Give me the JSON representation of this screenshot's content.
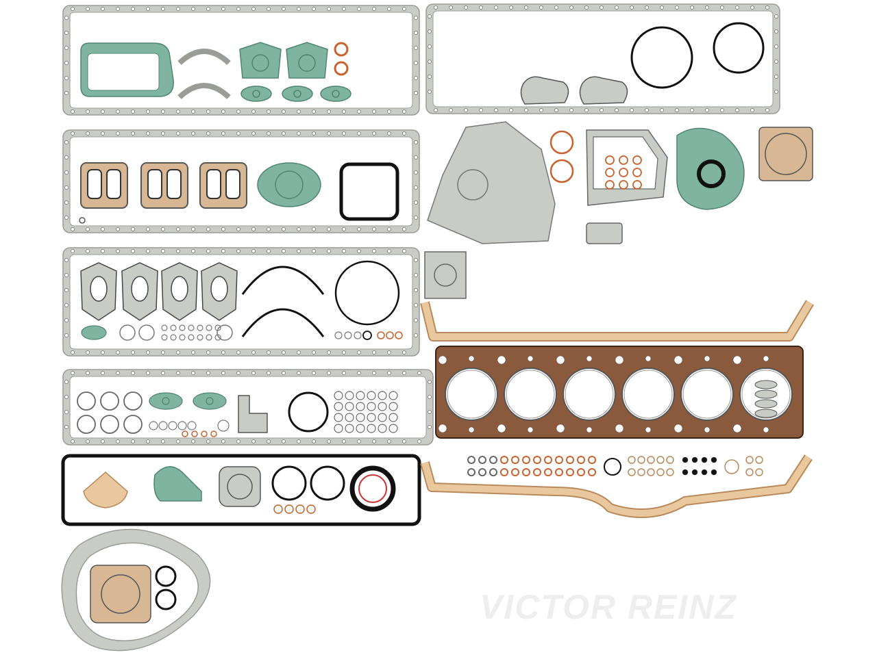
{
  "image": {
    "subject": "engine gasket set",
    "watermark_text": "VICTOR REINZ",
    "watermark_color": "#a0a0a0",
    "background": "#ffffff"
  },
  "colors": {
    "grey_gasket": "#c9cbc7",
    "grey_gasket_dark": "#9a9c98",
    "green_gasket": "#7fb5a0",
    "green_gasket_dark": "#4f8570",
    "copper_ring": "#c8612b",
    "black_ring": "#111111",
    "cork": "#e8c89c",
    "cork_dark": "#b8895a",
    "head_gasket": "#8b5a3c",
    "tan_gasket": "#d8b894"
  },
  "parts": {
    "head_gasket": {
      "cylinder_count": 6
    },
    "oil_pan_gasket": "cork",
    "o_rings": "black",
    "sealing_rings": "copper"
  }
}
